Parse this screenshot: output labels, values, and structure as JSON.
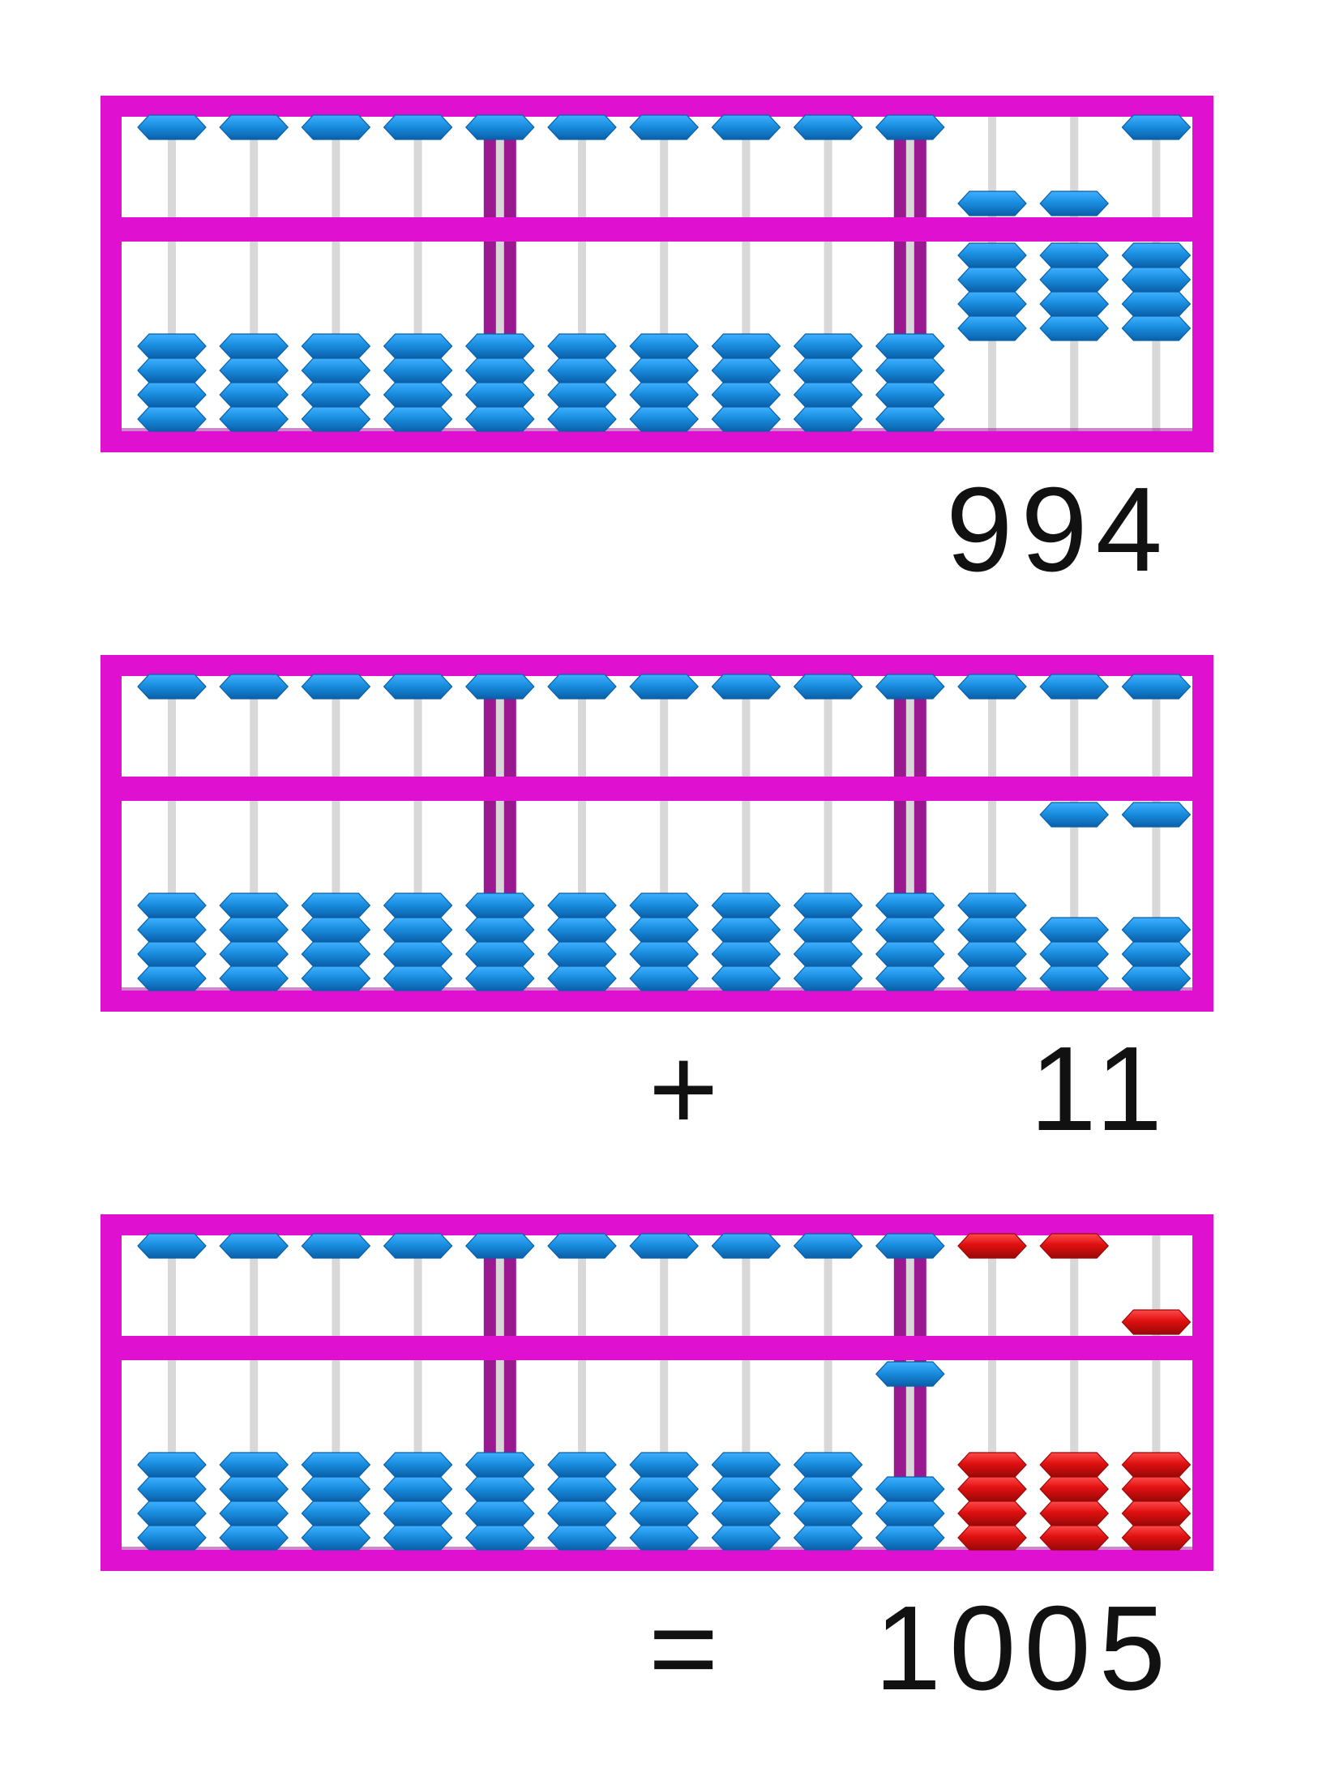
{
  "colors": {
    "frame": "#e010d0",
    "frame_shadow": "#a0109a",
    "unit_marker": "#9a1890",
    "rod": "#d8d8d8",
    "bead": "#1a8ee0",
    "bead_highlight": "#3fb0ff",
    "bead_dark": "#0a5fa8",
    "bead_changed": "#e01010",
    "bead_changed_dark": "#990808",
    "text": "#111111"
  },
  "abacus_rods": 13,
  "unit_marker_rods": [
    4,
    9
  ],
  "equation": [
    {
      "operator": "",
      "number": "994",
      "heaven": [
        0,
        0,
        0,
        0,
        0,
        0,
        0,
        0,
        0,
        0,
        1,
        1,
        0
      ],
      "earth": [
        0,
        0,
        0,
        0,
        0,
        0,
        0,
        0,
        0,
        0,
        4,
        4,
        4
      ],
      "changed": []
    },
    {
      "operator": "+",
      "number": "11",
      "heaven": [
        0,
        0,
        0,
        0,
        0,
        0,
        0,
        0,
        0,
        0,
        0,
        0,
        0
      ],
      "earth": [
        0,
        0,
        0,
        0,
        0,
        0,
        0,
        0,
        0,
        0,
        0,
        1,
        1
      ],
      "changed": []
    },
    {
      "operator": "=",
      "number": "1005",
      "heaven": [
        0,
        0,
        0,
        0,
        0,
        0,
        0,
        0,
        0,
        0,
        0,
        0,
        1
      ],
      "earth": [
        0,
        0,
        0,
        0,
        0,
        0,
        0,
        0,
        0,
        1,
        0,
        0,
        0
      ],
      "changed": [
        10,
        11,
        12
      ]
    }
  ]
}
